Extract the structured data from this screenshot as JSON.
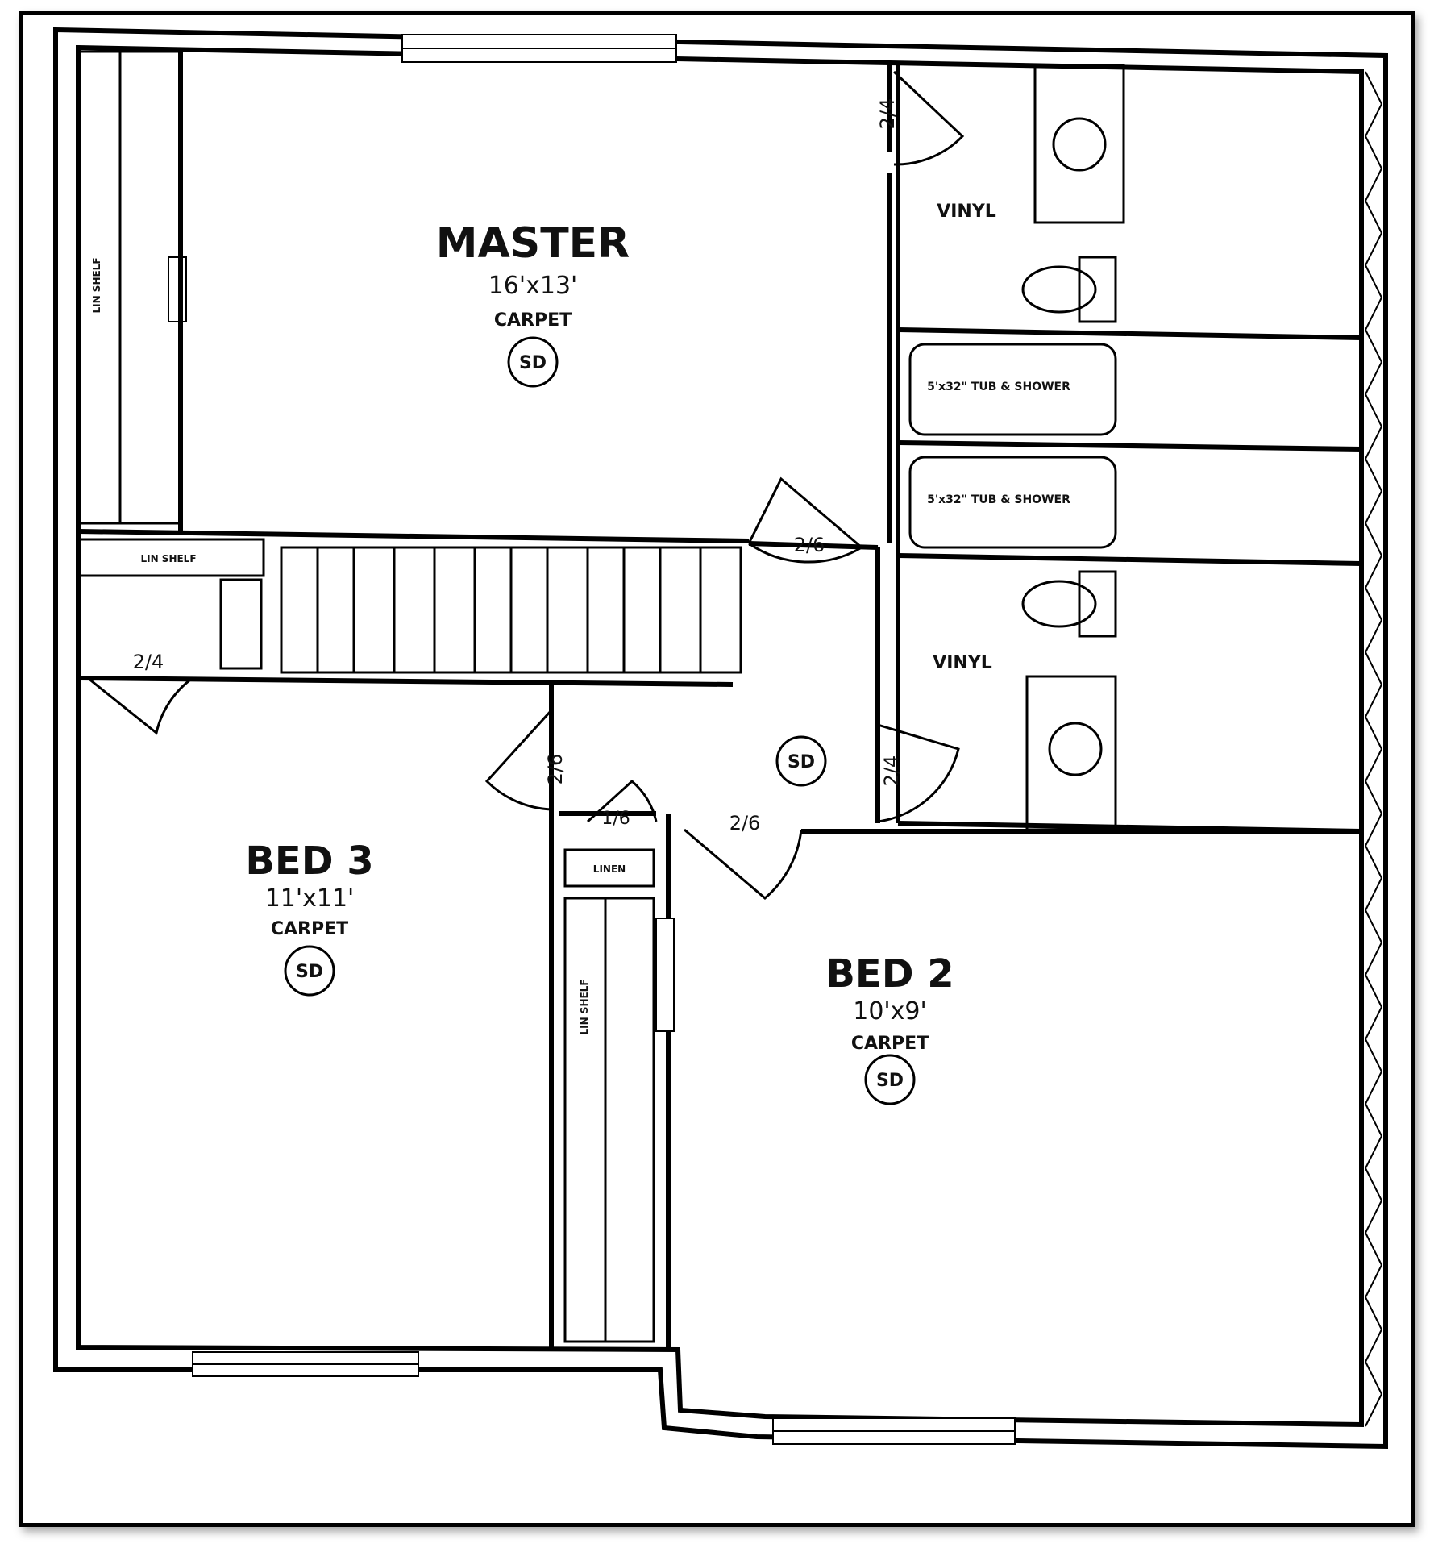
{
  "rooms": {
    "master": {
      "name": "MASTER",
      "size": "16'x13'",
      "floor": "CARPET",
      "badge": "SD"
    },
    "bed3": {
      "name": "BED 3",
      "size": "11'x11'",
      "floor": "CARPET",
      "badge": "SD"
    },
    "bed2": {
      "name": "BED 2",
      "size": "10'x9'",
      "floor": "CARPET",
      "badge": "SD"
    },
    "hall": {
      "badge": "SD"
    },
    "bath_upper": {
      "floor": "VINYL",
      "tub": "5'x32\" TUB & SHOWER"
    },
    "bath_lower": {
      "floor": "VINYL",
      "tub": "5'x32\" TUB & SHOWER"
    },
    "linen": {
      "label": "LINEN"
    }
  },
  "doors": {
    "master_bath": "2/4",
    "master": "2/6",
    "bed3_closet": "2/4",
    "bed3": "2/6",
    "linen": "1/6",
    "bed2": "2/6",
    "hall_bath": "2/4"
  }
}
